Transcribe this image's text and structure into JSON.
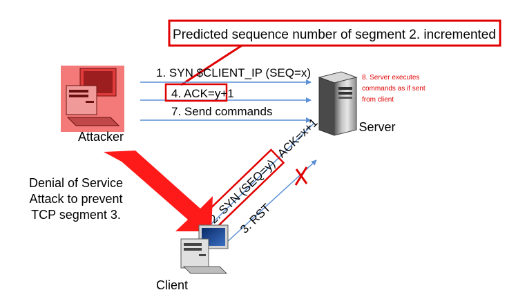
{
  "callout": {
    "text": "Predicted sequence number of segment 2. incremented",
    "border_color": "#e00000"
  },
  "messages": {
    "syn_spoofed": "1. SYN $CLIENT_IP (SEQ=x)",
    "ack_predicted": "4. ACK=y+1",
    "send_commands": "7. Send commands",
    "syn_ack_part1": "2. SYN (SEQ=y)",
    "syn_ack_part2": "ACK=x+1",
    "rst": "3. RST"
  },
  "server_note": {
    "line1": "8. Server executes",
    "line2": "commands as if sent",
    "line3": "from client",
    "color": "#e00000"
  },
  "nodes": {
    "attacker": "Attacker",
    "server": "Server",
    "client": "Client"
  },
  "dos_label": {
    "line1": "Denial of Service",
    "line2": "Attack to prevent",
    "line3": "TCP segment 3."
  },
  "colors": {
    "arrow": "#5b8fd6",
    "highlight": "#e00000",
    "attacker_tint": "#f47a7a",
    "dos_arrow": "#ff1a1a"
  },
  "icons": {
    "attacker": "computer-icon",
    "server": "server-tower-icon",
    "client": "computer-icon",
    "blocked": "cross-icon"
  }
}
